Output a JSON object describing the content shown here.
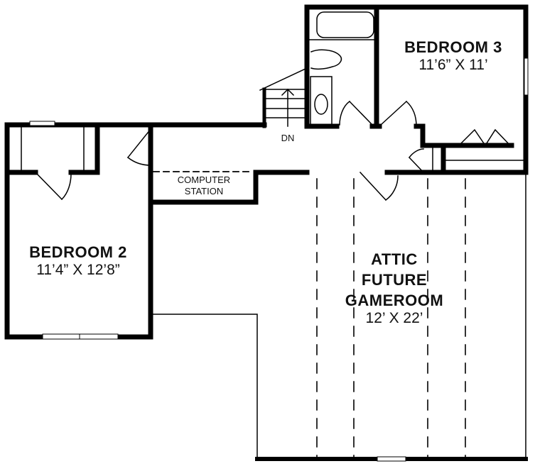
{
  "plan": {
    "rooms": [
      {
        "id": "bedroom-2",
        "name": "BEDROOM 2",
        "dimensions": "11’4” X 12’8”"
      },
      {
        "id": "bedroom-3",
        "name": "BEDROOM 3",
        "dimensions": "11’6” X 11’"
      },
      {
        "id": "attic",
        "name_lines": [
          "ATTIC",
          "FUTURE",
          "GAMEROOM"
        ],
        "dimensions": "12’ X 22’"
      }
    ],
    "labels": {
      "computer_station": [
        "COMPUTER",
        "STATION"
      ],
      "stairs": "DN"
    },
    "colors": {
      "wall": "#000000",
      "background": "#ffffff"
    }
  }
}
